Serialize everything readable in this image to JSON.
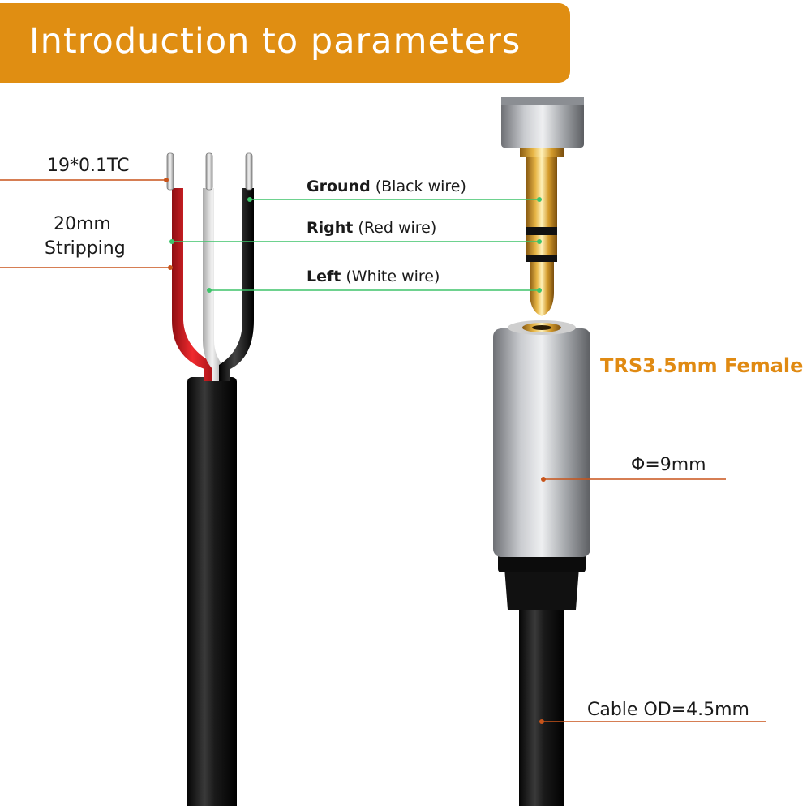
{
  "banner": {
    "title": "Introduction to parameters"
  },
  "labels": {
    "conductor": "19*0.1TC",
    "strip_value": "20mm",
    "strip_word": "Stripping",
    "ground_bold": "Ground",
    "ground_note": "(Black wire)",
    "right_bold": "Right",
    "right_note": "(Red wire)",
    "left_bold": "Left",
    "left_note": "(White wire)",
    "female": "TRS3.5mm Female",
    "diameter": "Φ=9mm",
    "cable_od": "Cable OD=4.5mm"
  },
  "colors": {
    "banner": "#e08e12",
    "accent_orange": "#e08a12",
    "callout_orange": "#c8541a",
    "callout_green": "#3ec46a",
    "wire_red": "#d8191f",
    "wire_white": "#d9d9d9",
    "wire_black": "#111111",
    "gold": "#d7a535",
    "aluminum": "#a9acb0"
  },
  "icons": [
    "open-wire-cable",
    "trs-3-5mm-plug",
    "trs-3-5mm-female-jack"
  ]
}
